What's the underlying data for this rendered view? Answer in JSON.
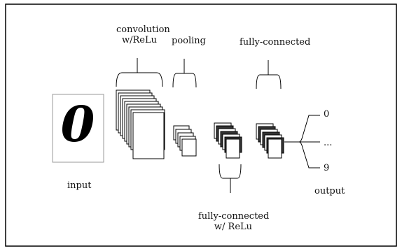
{
  "diagram": {
    "labels": {
      "convolution": [
        "convolution",
        "w/ReLu"
      ],
      "pooling": "pooling",
      "fully_connected_top": "fully-connected",
      "input": "input",
      "fully_connected_bottom": [
        "fully-connected",
        "w/ ReLu"
      ],
      "output": "output",
      "output_first": "0",
      "output_dots": "...",
      "output_last": "9"
    },
    "input_digit": "0",
    "colors": {
      "stroke": "#000000",
      "background": "#ffffff",
      "dark_layer": "#333333"
    }
  }
}
